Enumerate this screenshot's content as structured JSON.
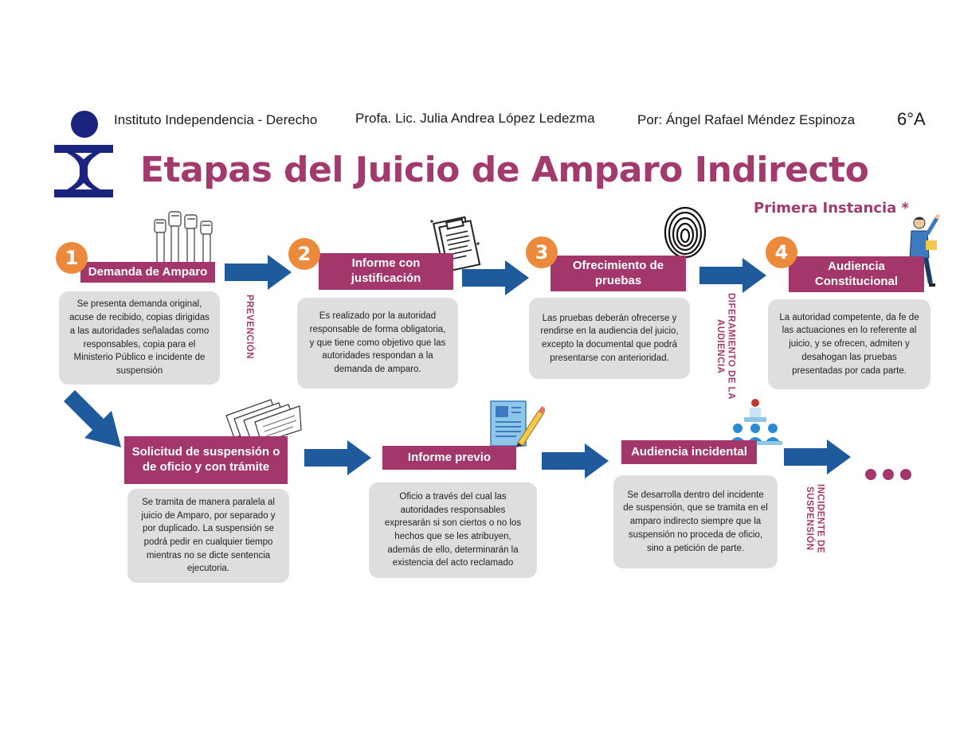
{
  "header": {
    "institute": "Instituto Independencia - Derecho",
    "professor": "Profa. Lic. Julia Andrea López Ledezma",
    "author": "Por: Ángel Rafael Méndez Espinoza",
    "grade": "6°A"
  },
  "title": "Etapas del Juicio de Amparo Indirecto",
  "subtitle": "Primera Instancia *",
  "colors": {
    "brand": "#a3376b",
    "accent": "#ec8a3c",
    "arrow": "#1e5a9c",
    "logo": "#1a237e"
  },
  "stages": [
    {
      "number": "1",
      "label": "Demanda de Amparo",
      "icon": "raised-fists-icon",
      "description": "Se presenta demanda original, acuse de recibido, copias dirigidas a las autoridades señaladas como responsables, copia para el Ministerio Público e incidente de suspensión"
    },
    {
      "number": "2",
      "label": "Informe con justificación",
      "icon": "clipboard-documents-icon",
      "description": "Es realizado por la autoridad responsable de forma obligatoria, y que tiene como objetivo que las autoridades respondan a la demanda de amparo."
    },
    {
      "number": "3",
      "label": "Ofrecimiento de pruebas",
      "icon": "fingerprint-icon",
      "description": "Las pruebas deberán ofrecerse y rendirse en la audiencia del juicio, excepto la documental que podrá presentarse con anterioridad."
    },
    {
      "number": "4",
      "label": "Audiencia Constitucional",
      "icon": "presenter-person-icon",
      "description": "La autoridad competente, da fe de las actuaciones en lo referente al juicio, y se ofrecen, admiten y desahogan las pruebas presentadas por cada parte."
    }
  ],
  "between_labels": {
    "prevencion": "PREVENCIÓN",
    "diferamiento": "DIFERAMIENTO DE LA\nAUDIENCIA",
    "incidente": "INCIDENTE DE\nSUSPENSIÓN"
  },
  "suspension_steps": [
    {
      "label": "Solicitud de suspensión o de oficio y con trámite",
      "icon": "paper-stack-icon",
      "description": "Se tramita de manera paralela al juicio de Amparo, por separado y por duplicado. La suspensión se podrá pedir en cualquier tiempo mientras no se dicte sentencia ejecutoria."
    },
    {
      "label": "Informe previo",
      "icon": "document-pencil-icon",
      "description": "Oficio a través del cual las autoridades responsables expresarán si son ciertos o no los hechos que se les atribuyen, además de ello, determinarán la existencia del acto reclamado"
    },
    {
      "label": "Audiencia incidental",
      "icon": "meeting-people-icon",
      "description": "Se desarrolla dentro del incidente de suspensión, que se tramita en el amparo indirecto siempre que la suspensión no proceda de oficio, sino a petición de parte."
    }
  ]
}
